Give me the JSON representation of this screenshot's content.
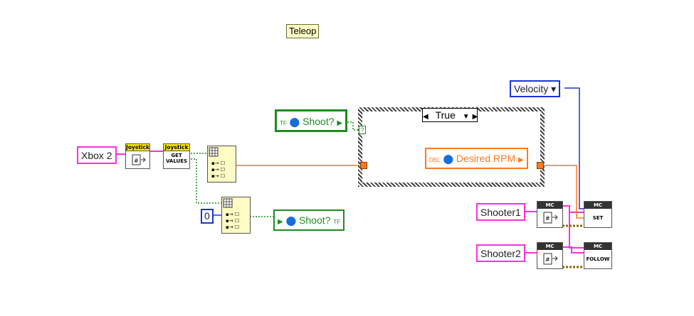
{
  "labels": {
    "teleop": "Teleop"
  },
  "controls": {
    "xbox": "Xbox 2",
    "zero": "0",
    "velocity": "Velocity",
    "velocity_arrow": "▾",
    "shooter1": "Shooter1",
    "shooter2": "Shooter2"
  },
  "locals": {
    "shoot_read": "Shoot?",
    "shoot_write": "Shoot?",
    "desired_rpm": "Desired RPM"
  },
  "case_structure": {
    "selector_value": "True",
    "selector_dropdown": "▼",
    "selector_left": "◀",
    "selector_right": "▶",
    "boolean_tunnel": "?"
  },
  "vis": {
    "joystick_open_head": "Joystick",
    "joystick_get_head": "Joystick",
    "joystick_get_body_1": "GET",
    "joystick_get_body_2": "VALUES",
    "mc1_head": "MC",
    "mc2_head": "MC",
    "mc_set_head": "MC",
    "mc_set_body": "SET",
    "mc_follow_head": "MC",
    "mc_follow_body": "FOLLOW"
  },
  "colors": {
    "refnum_wire": "#ff2fe0",
    "numeric_wire": "#ff7a1a",
    "boolean_wire": "#1f8b1f",
    "enum_wire": "#1a35d8",
    "cluster_wire": "#8a6a00"
  }
}
